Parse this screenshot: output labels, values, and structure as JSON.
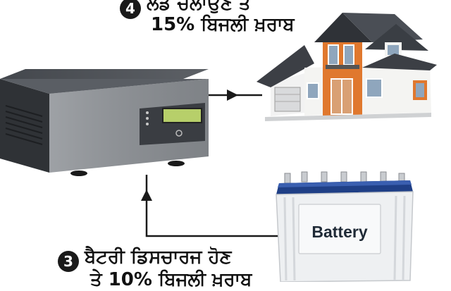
{
  "step_top": {
    "number": "4",
    "line1": "ਲੋਡ ਚਲਾਉਣ ਤੇ",
    "line2": "15% ਬਿਜਲੀ ਖ਼ਰਾਬ"
  },
  "step_bottom": {
    "number": "3",
    "line1": "ਬੈਟਰੀ ਡਿਸਚਾਰਜ ਹੋਣ",
    "line2": "ਤੇ 10% ਬਿਜਲੀ ਖ਼ਰਾਬ"
  },
  "battery": {
    "label": "Battery"
  },
  "colors": {
    "inverter_body": "#8d9196",
    "inverter_dark": "#3a3d42",
    "lcd": "#b7cf6a",
    "house_orange": "#e0782e",
    "roof": "#3c3f45",
    "battery_body": "#eef0f2",
    "battery_top": "#1f3f86",
    "connector": "#1a1a1a"
  },
  "icons": [
    "inverter-icon",
    "house-icon",
    "battery-icon",
    "arrow-right-icon",
    "arrow-up-icon"
  ]
}
